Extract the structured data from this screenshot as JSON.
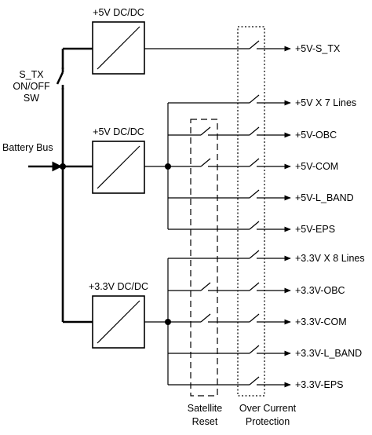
{
  "blocks": {
    "dc5_top": "+5V DC/DC",
    "dc5_mid": "+5V DC/DC",
    "dc33": "+3.3V DC/DC"
  },
  "labels": {
    "battery_bus": "Battery Bus",
    "stx_switch": [
      "S_TX",
      "ON/OFF",
      "SW"
    ],
    "satellite_reset": [
      "Satellite",
      "Reset"
    ],
    "over_current_protection": [
      "Over Current",
      "Protection"
    ]
  },
  "outputs": [
    "+5V-S_TX",
    "+5V X 7 Lines",
    "+5V-OBC",
    "+5V-COM",
    "+5V-L_BAND",
    "+5V-EPS",
    "+3.3V X 8 Lines",
    "+3.3V-OBC",
    "+3.3V-COM",
    "+3.3V-L_BAND",
    "+3.3V-EPS"
  ]
}
